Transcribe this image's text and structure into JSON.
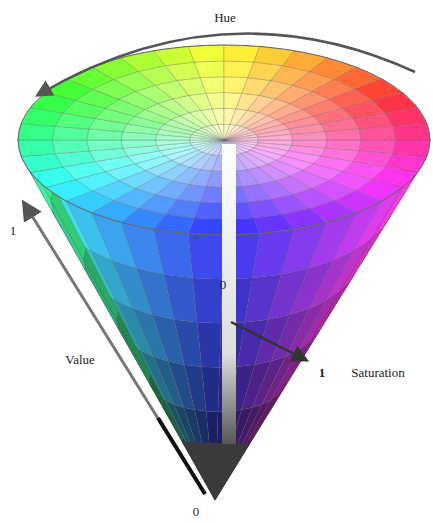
{
  "diagram": {
    "labels": [
      "Hue",
      "1",
      "0",
      "1",
      "Saturation",
      "Value",
      "0"
    ]
  }
}
